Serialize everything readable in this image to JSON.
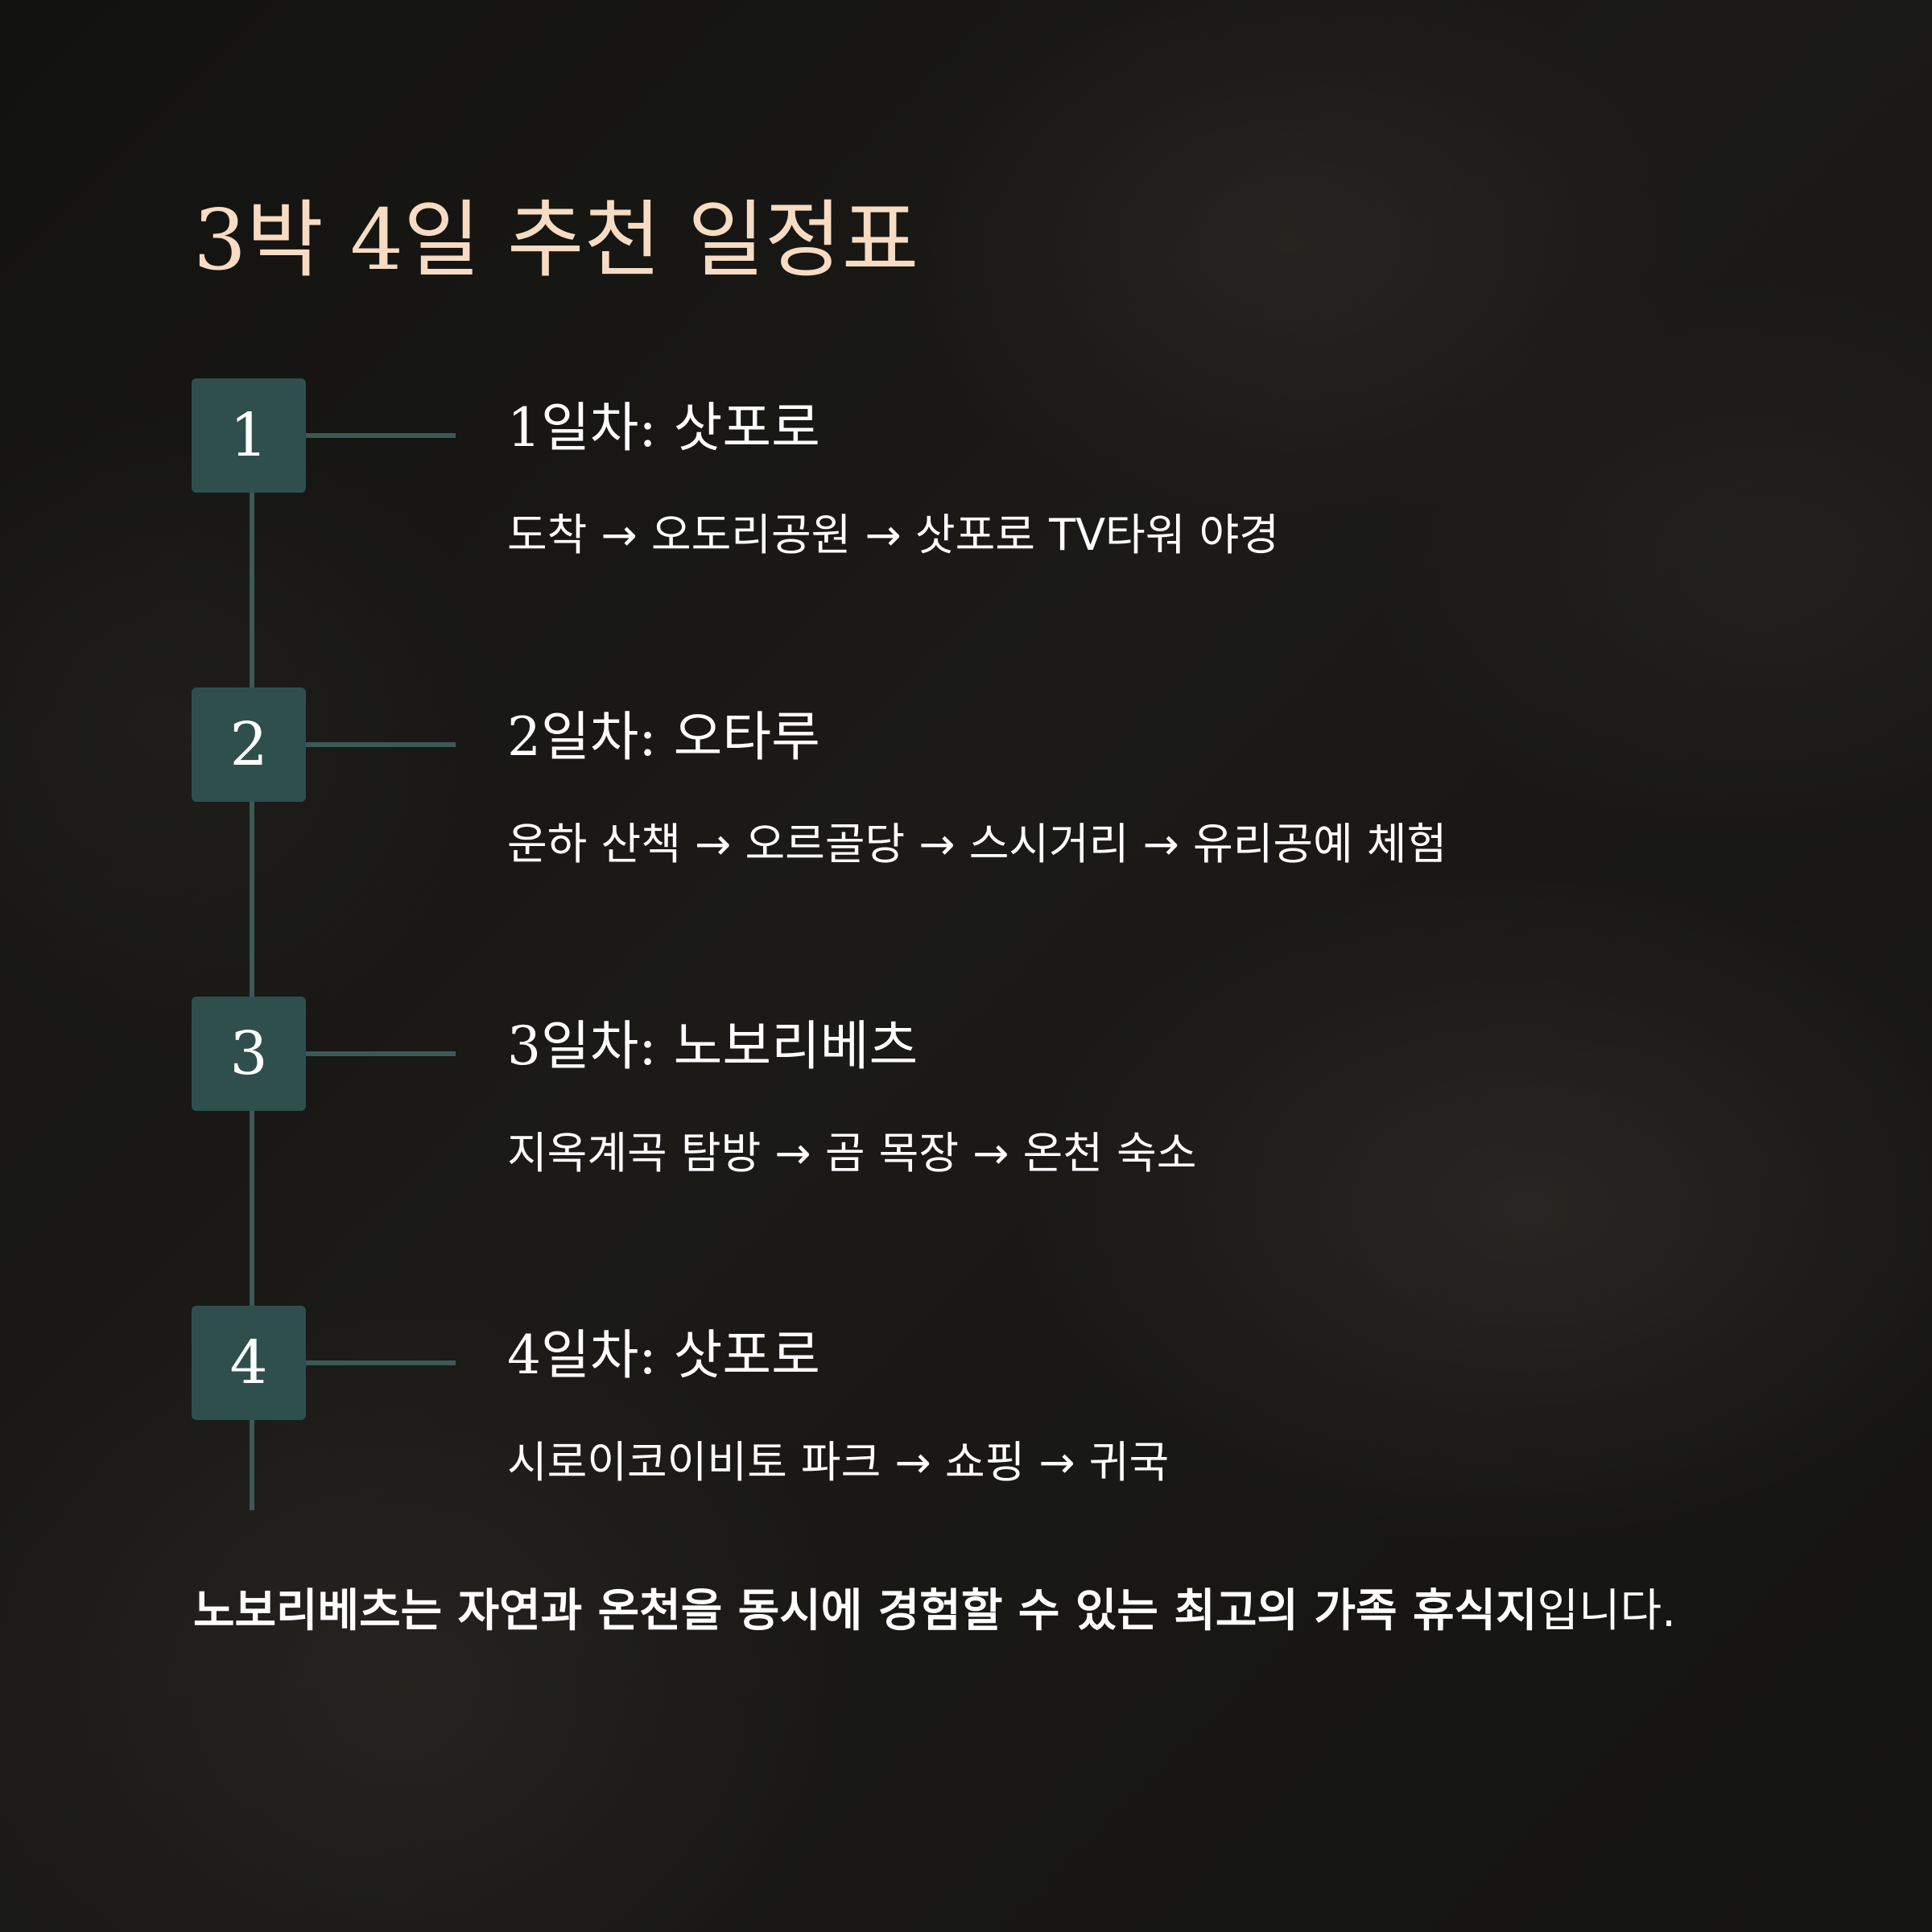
{
  "title": "3박 4일 추천 일정표",
  "days": [
    {
      "number": "1",
      "title": "1일차: 삿포로",
      "description": "도착 → 오도리공원 → 삿포로 TV타워 야경"
    },
    {
      "number": "2",
      "title": "2일차: 오타루",
      "description": "운하 산책 → 오르골당 → 스시거리 → 유리공예 체험"
    },
    {
      "number": "3",
      "title": "3일차: 노보리베츠",
      "description": "지옥계곡 탐방 → 곰 목장 → 온천 숙소"
    },
    {
      "number": "4",
      "title": "4일차: 삿포로",
      "description": "시로이코이비토 파크 → 쇼핑 → 귀국"
    }
  ],
  "summary": {
    "bold": "노보리베츠는 자연과 온천을 동시에 경험할 수 있는 최고의 가족 휴식지",
    "rest": "입니다."
  },
  "colors": {
    "title": "#f7dcc3",
    "badge": "#2f4f4d",
    "line": "#3b5a57",
    "background": "#141412",
    "text": "#ffffff"
  }
}
